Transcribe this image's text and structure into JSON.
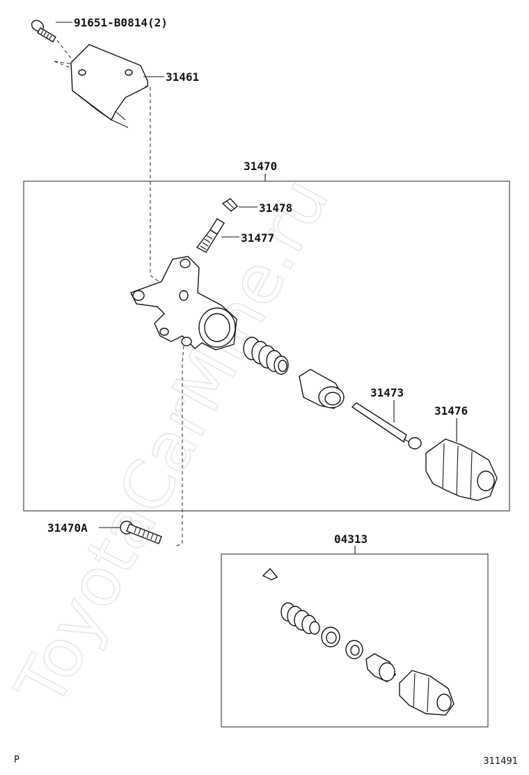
{
  "watermark": "ToyotaCarMine.ru",
  "labels": {
    "bolt_top": "91651-B0814(2)",
    "bracket": "31461",
    "cylinder_assy": "31470",
    "cap": "31478",
    "bleeder": "31477",
    "push_rod": "31473",
    "boot": "31476",
    "bolt_bottom": "31470A",
    "repair_kit": "04313"
  },
  "footer": {
    "left_mark": "P",
    "figure_number": "311491"
  }
}
